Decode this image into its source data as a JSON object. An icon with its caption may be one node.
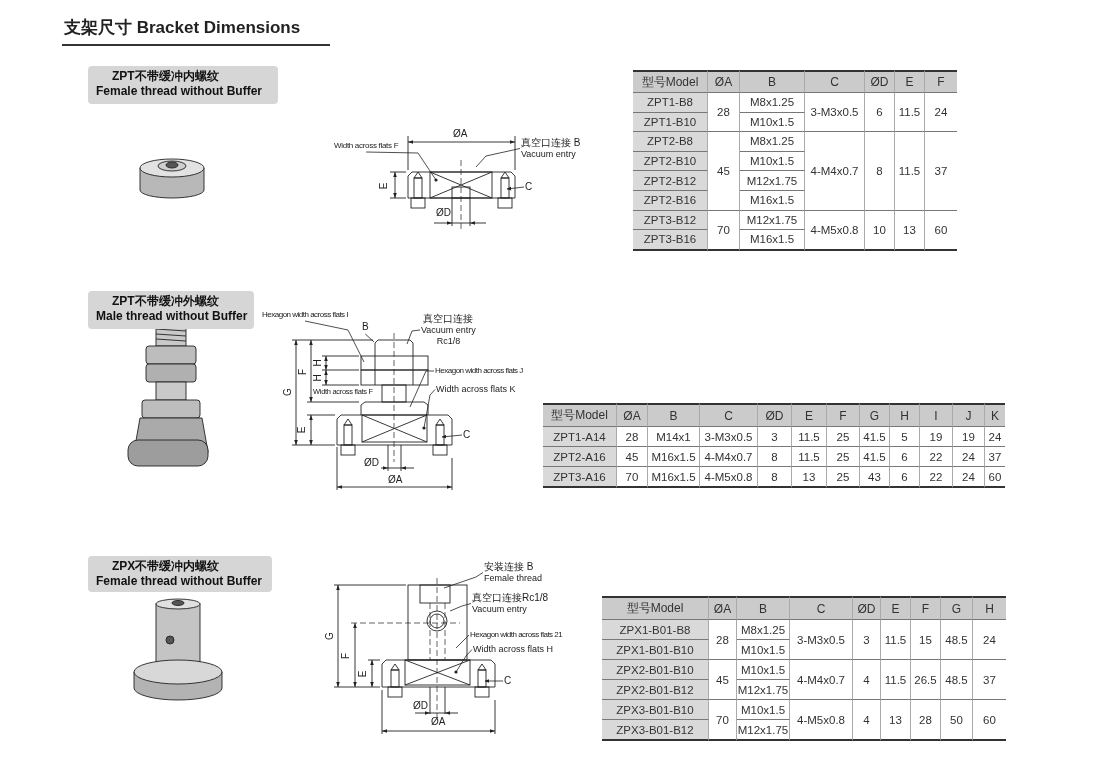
{
  "diagram": {
    "title": "支架尺寸 Bracket Dimensions",
    "nodes": [
      {
        "text": [
          "ZPT不带缓冲内螺纹",
          "Female thread without Buffer"
        ]
      },
      {
        "text": [
          "Width across flats F"
        ]
      },
      {
        "text": [
          "真空口连接 B",
          "Vacuum entry"
        ]
      },
      {
        "text": [
          "C"
        ]
      },
      {
        "text": [
          "ZPT不带缓冲外螺纹",
          "Male thread without Buffer"
        ]
      },
      {
        "text": [
          "Hexagon width across flats I"
        ]
      },
      {
        "text": [
          "B"
        ]
      },
      {
        "text": [
          "真空口连接",
          "Vacuum entry",
          "Rc1/8"
        ]
      },
      {
        "text": [
          "Hexagon width across flats J"
        ]
      },
      {
        "text": [
          "Width across flats K"
        ]
      },
      {
        "text": [
          "C"
        ]
      },
      {
        "text": [
          "ZPX不带缓冲内螺纹",
          "Female thread without Buffer"
        ]
      },
      {
        "text": [
          "安装连接 B",
          "Female thread"
        ]
      },
      {
        "text": [
          "真空口连接Rc1/8",
          "Vacuum entry"
        ]
      },
      {
        "text": [
          "Hexagon width across flats 21"
        ]
      },
      {
        "text": [
          "Width across flats H"
        ]
      },
      {
        "text": [
          "C"
        ]
      },
      {
        "text": [],
        "shape": "picture"
      },
      {
        "text": [],
        "shape": "picture"
      },
      {
        "text": [],
        "shape": "picture"
      }
    ],
    "edges": [
      {
        "from": 1,
        "to": 17,
        "arrow": "other"
      },
      {
        "from": 2,
        "to": 17,
        "arrow": "none"
      },
      {
        "from": 3,
        "to": 17,
        "arrow": "to"
      },
      {
        "from": 5,
        "to": 18,
        "arrow": "none"
      },
      {
        "from": 6,
        "to": 18,
        "arrow": "none"
      },
      {
        "from": 7,
        "to": 18,
        "arrow": "none"
      },
      {
        "from": 8,
        "to": 18,
        "arrow": "none"
      },
      {
        "from": 9,
        "to": 18,
        "arrow": "other"
      },
      {
        "from": 10,
        "to": 18,
        "arrow": "to"
      },
      {
        "from": 12,
        "to": 19,
        "arrow": "none"
      },
      {
        "from": 13,
        "to": 19,
        "arrow": "none"
      },
      {
        "from": 14,
        "to": 19,
        "arrow": "none"
      },
      {
        "from": 15,
        "to": 19,
        "arrow": "other"
      },
      {
        "from": 16,
        "to": 19,
        "arrow": "to"
      }
    ],
    "labels": [
      "ØA",
      "E",
      "ØD",
      "型号Model",
      "ØA",
      "B",
      "C",
      "ØD",
      "E",
      "F",
      "ZPT1-B8",
      "28",
      "M8x1.25",
      "3-M3x0.5",
      "6",
      "11.5",
      "24",
      "ZPT1-B10",
      "M10x1.5",
      "ZPT2-B8",
      "45",
      "M8x1.25",
      "4-M4x0.7",
      "8",
      "11.5",
      "37",
      "ZPT2-B10",
      "M10x1.5",
      "ZPT2-B12",
      "M12x1.75",
      "ZPT2-B16",
      "M16x1.5",
      "ZPT3-B12",
      "70",
      "M12x1.75",
      "4-M5x0.8",
      "10",
      "13",
      "60",
      "ZPT3-B16",
      "M16x1.5",
      "H",
      "H",
      "F",
      "G",
      "Width across flats F",
      "E",
      "ØD",
      "ØA",
      "型号Model",
      "ØA",
      "B",
      "C",
      "ØD",
      "E",
      "F",
      "G",
      "H",
      "I",
      "J",
      "K",
      "ZPT1-A14",
      "28",
      "M14x1",
      "3-M3x0.5",
      "3",
      "11.5",
      "25",
      "41.5",
      "5",
      "19",
      "19",
      "24",
      "ZPT2-A16",
      "45",
      "M16x1.5",
      "4-M4x0.7",
      "8",
      "11.5",
      "25",
      "41.5",
      "6",
      "22",
      "24",
      "37",
      "ZPT3-A16",
      "70",
      "M16x1.5",
      "4-M5x0.8",
      "8",
      "13",
      "25",
      "43",
      "6",
      "22",
      "24",
      "60",
      "G",
      "F",
      "E",
      "ØD",
      "ØA",
      "型号Model",
      "ØA",
      "B",
      "C",
      "ØD",
      "E",
      "F",
      "G",
      "H",
      "ZPX1-B01-B8",
      "28",
      "M8x1.25",
      "3-M3x0.5",
      "3",
      "11.5",
      "15",
      "48.5",
      "24",
      "ZPX1-B01-B10",
      "M10x1.5",
      "ZPX2-B01-B10",
      "45",
      "M10x1.5",
      "4-M4x0.7",
      "4",
      "11.5",
      "26.5",
      "48.5",
      "37",
      "ZPX2-B01-B12",
      "M12x1.75",
      "ZPX3-B01-B10",
      "70",
      "M10x1.5",
      "4-M5x0.8",
      "4",
      "13",
      "28",
      "50",
      "60",
      "ZPX3-B01-B12",
      "M12x1.75"
    ]
  }
}
